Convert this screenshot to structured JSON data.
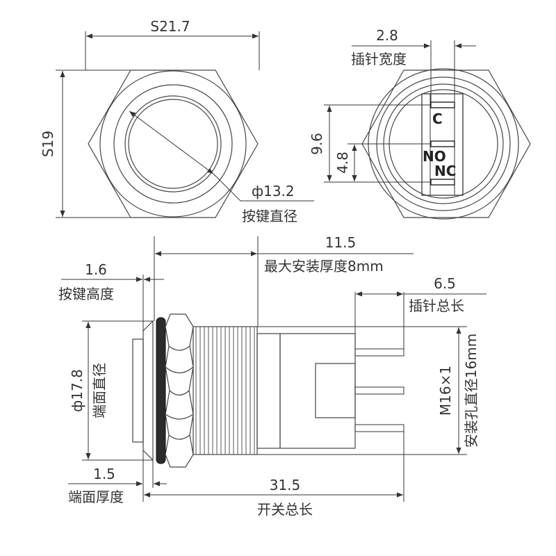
{
  "top_view": {
    "hex_width": "S21.7",
    "hex_height": "S19",
    "button_diameter": "ф13.2",
    "button_diameter_label": "按键直径"
  },
  "rear_view": {
    "pin_width": "2.8",
    "pin_width_label": "插针宽度",
    "pin_span_outer": "9.6",
    "pin_span_inner": "4.8",
    "pins": [
      "C",
      "NO",
      "NC"
    ]
  },
  "side_view": {
    "mount_depth": "11.5",
    "mount_depth_label": "最大安装厚度8mm",
    "button_height": "1.6",
    "button_height_label": "按键高度",
    "pin_length": "6.5",
    "pin_length_label": "插针总长",
    "face_diameter": "ф17.8",
    "face_diameter_label": "端面直径",
    "thread": "M16×1",
    "thread_label": "安装孔直径16mm",
    "face_thickness": "1.5",
    "face_thickness_label": "端面厚度",
    "total_length": "31.5",
    "total_length_label": "开关总长"
  }
}
